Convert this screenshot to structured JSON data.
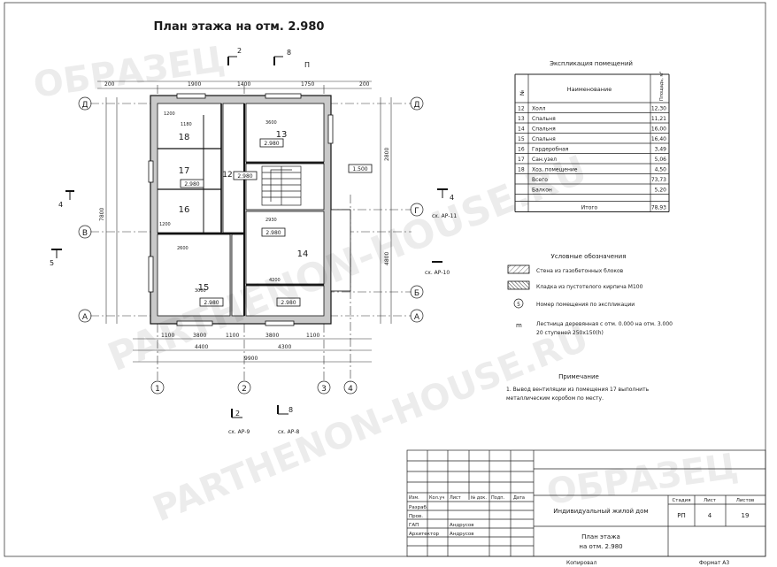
{
  "title": "План этажа на отм. 2.980",
  "axes": {
    "rows": [
      "Д",
      "В",
      "Г",
      "Б",
      "А"
    ],
    "cols": [
      "1",
      "2",
      "3",
      "4"
    ]
  },
  "section_marks": {
    "top_left": "2",
    "top_right": "8",
    "top_pi": "П",
    "left_4": "4",
    "left_5": "5",
    "right_4": "4",
    "right_ref1": "сх. АР-11",
    "right_ref2": "сх. АР-10",
    "bottom_2": "2",
    "bottom_8": "8",
    "bottom_ref1": "сх. АР-9",
    "bottom_ref2": "сх. АР-8"
  },
  "dimensions": {
    "top": [
      "200",
      "1900",
      "1400",
      "1750",
      "200"
    ],
    "bottom_row1": [
      "1100",
      "3800",
      "1100",
      "3800",
      "1100"
    ],
    "bottom_row2": [
      "4400",
      "4300"
    ],
    "bottom_total": "9900",
    "left_total": "7800",
    "right": [
      "2800",
      "4800"
    ]
  },
  "rooms": [
    "16",
    "17",
    "18",
    "12",
    "13",
    "15",
    "14"
  ],
  "levels": [
    "2.980",
    "2.980",
    "2.980",
    "2.980",
    "2.980",
    "2.980",
    "1.500"
  ],
  "explication": {
    "title": "Экспликация помещений",
    "headers": [
      "№",
      "Наименование",
      "Площадь, м²"
    ],
    "rows": [
      [
        "12",
        "Холл",
        "12,30"
      ],
      [
        "13",
        "Спальня",
        "11,21"
      ],
      [
        "14",
        "Спальня",
        "16,00"
      ],
      [
        "15",
        "Спальня",
        "16,40"
      ],
      [
        "16",
        "Гардеробная",
        "3,49"
      ],
      [
        "17",
        "Сан.узел",
        "5,06"
      ],
      [
        "18",
        "Хоз. помещение",
        "4,50"
      ],
      [
        "",
        "Всего",
        "73,73"
      ],
      [
        "",
        "Балкон",
        "5,20"
      ]
    ],
    "total_label": "Итого",
    "total_value": "78,93"
  },
  "legend": {
    "title": "Условные обозначения",
    "items": [
      "Стена из газобетонных блоков",
      "Кладка из пустотелого кирпича М100",
      "Номер помещения по экспликации",
      "Лестница деревянная с отм. 0.000 на отм. 3.000 20 ступеней 250х150(h)"
    ],
    "marker_5": "5",
    "marker_stair": "m"
  },
  "note": {
    "title": "Примечание",
    "text": "1. Вывод вентиляции из помещения 17 выполнить металлическим коробом по месту."
  },
  "stamp": {
    "col_headers": [
      "Изм.",
      "Кол.уч",
      "Лист",
      "№ док.",
      "Подп.",
      "Дата"
    ],
    "roles": [
      "Разраб.",
      "Пров.",
      "ГАП",
      "Архитектор"
    ],
    "names": [
      "",
      "",
      "Андрусов",
      "Андрусов"
    ],
    "project": "Индивидуальный жилой дом",
    "sheet_title": "План этажа на отм. 2.980",
    "stage_label": "Стадия",
    "stage": "РП",
    "sheet_label": "Лист",
    "sheet_no": "4",
    "sheets_label": "Листов",
    "sheets_total": "19"
  },
  "footer": {
    "copied": "Копировал",
    "format": "Формат А3"
  },
  "watermarks": [
    "PARTHENON-HOUSE.RU",
    "ОБРАЗЕЦ"
  ]
}
